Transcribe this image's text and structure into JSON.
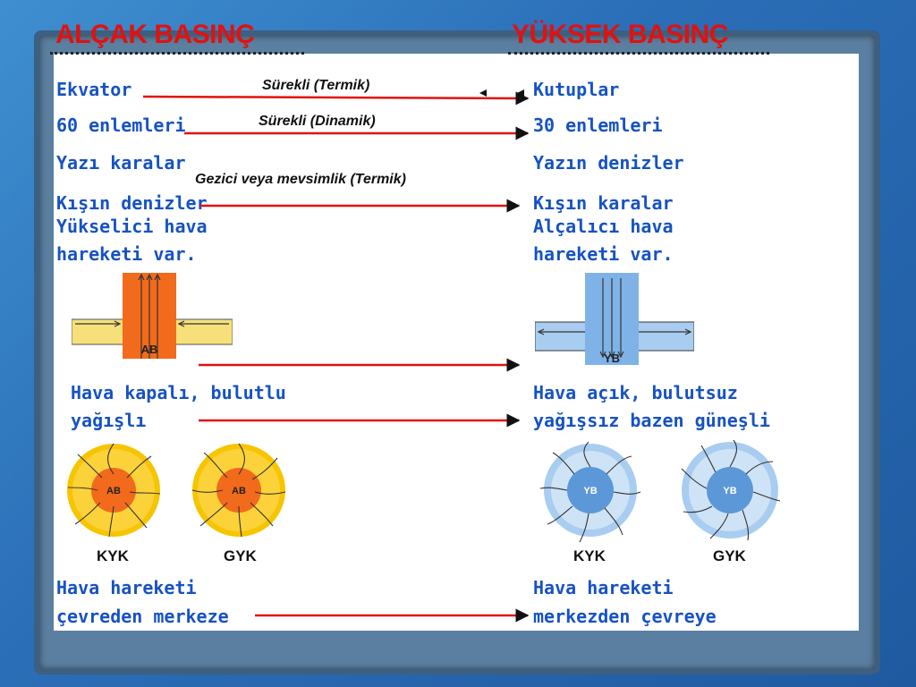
{
  "headers": {
    "low": "ALÇAK BASINÇ",
    "high": "YÜKSEK BASINÇ"
  },
  "left": [
    "Ekvator",
    "60 enlemleri",
    "Yazı karalar",
    "Kışın denizler",
    "Yükselici hava",
    "hareketi var.",
    "Hava kapalı, bulutlu",
    "yağışlı",
    "Hava hareketi",
    "çevreden merkeze"
  ],
  "right": [
    "Kutuplar",
    "30 enlemleri",
    "Yazın denizler",
    "Kışın karalar",
    "Alçalıcı hava",
    "hareketi var.",
    "Hava açık, bulutsuz",
    "yağışsız bazen güneşli",
    "Hava hareketi",
    "merkezden çevreye"
  ],
  "captions": {
    "c1": "Sürekli (Termik)",
    "c2": "Sürekli (Dinamik)",
    "c3": "Gezici veya mevsimlik (Termik)"
  },
  "diagram_labels": {
    "ab": "AB",
    "yb": "YB"
  },
  "kyk": "KYK",
  "gyk": "GYK",
  "colors": {
    "red": "#e2110f",
    "blue": "#1652c4",
    "ab_orange": "#f26a1b",
    "ab_yellow": "#f7c400",
    "yb_blue": "#7fb3e8"
  }
}
